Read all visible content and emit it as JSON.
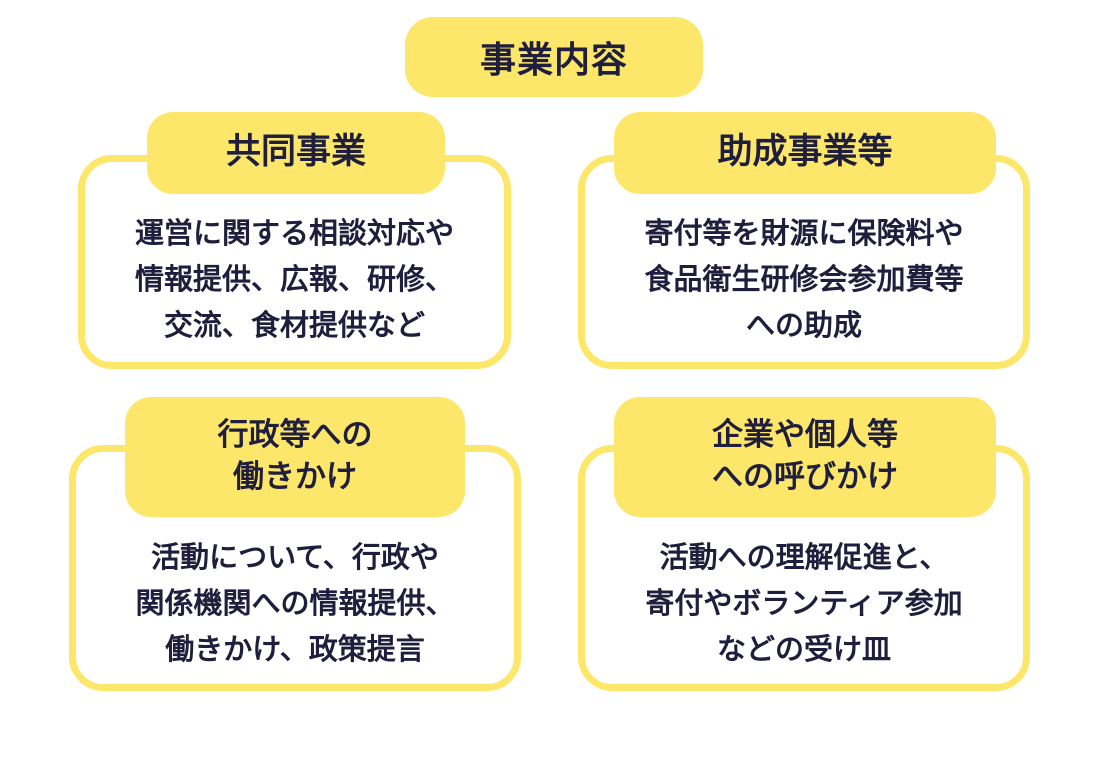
{
  "title": "事業内容",
  "cards": [
    {
      "heading": [
        "共同事業"
      ],
      "body": [
        "運営に関する相談対応や",
        "情報提供、広報、研修、",
        "交流、食材提供など"
      ]
    },
    {
      "heading": [
        "助成事業等"
      ],
      "body": [
        "寄付等を財源に保険料や",
        "食品衛生研修会参加費等",
        "への助成"
      ]
    },
    {
      "heading": [
        "行政等への",
        "働きかけ"
      ],
      "body": [
        "活動について、行政や",
        "関係機関への情報提供、",
        "働きかけ、政策提言"
      ]
    },
    {
      "heading": [
        "企業や個人等",
        "への呼びかけ"
      ],
      "body": [
        "活動への理解促進と、",
        "寄付やボランティア参加",
        "などの受け皿"
      ]
    }
  ],
  "colors": {
    "accent": "#fde76a",
    "text": "#1f1f3d",
    "background": "#ffffff"
  }
}
